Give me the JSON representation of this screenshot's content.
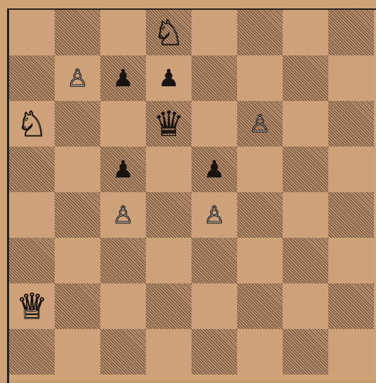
{
  "board": {
    "files": [
      "a",
      "b",
      "c",
      "d",
      "e",
      "f",
      "g",
      "h"
    ],
    "ranks": [
      8,
      7,
      6,
      5,
      4,
      3,
      2,
      1
    ],
    "light_color": "#cda27a",
    "dark_color": "#5b4331",
    "pieces": [
      {
        "square": "d8",
        "color": "white",
        "type": "knight",
        "glyph": "♘",
        "icon": "white-knight-icon"
      },
      {
        "square": "b7",
        "color": "white",
        "type": "pawn",
        "glyph": "♙",
        "icon": "white-pawn-icon"
      },
      {
        "square": "c7",
        "color": "black",
        "type": "pawn",
        "glyph": "♟",
        "icon": "black-pawn-icon"
      },
      {
        "square": "d7",
        "color": "black",
        "type": "pawn",
        "glyph": "♟",
        "icon": "black-pawn-icon"
      },
      {
        "square": "a6",
        "color": "white",
        "type": "knight",
        "glyph": "♘",
        "icon": "white-knight-icon"
      },
      {
        "square": "d6",
        "color": "black",
        "type": "queen",
        "glyph": "♛",
        "icon": "black-queen-icon"
      },
      {
        "square": "f6",
        "color": "white",
        "type": "pawn",
        "glyph": "♙",
        "icon": "white-pawn-icon"
      },
      {
        "square": "c5",
        "color": "black",
        "type": "pawn",
        "glyph": "♟",
        "icon": "black-pawn-icon"
      },
      {
        "square": "e5",
        "color": "black",
        "type": "pawn",
        "glyph": "♟",
        "icon": "black-pawn-icon"
      },
      {
        "square": "c4",
        "color": "white",
        "type": "pawn",
        "glyph": "♙",
        "icon": "white-pawn-icon"
      },
      {
        "square": "e4",
        "color": "white",
        "type": "pawn",
        "glyph": "♙",
        "icon": "white-pawn-icon"
      },
      {
        "square": "a2",
        "color": "white",
        "type": "queen",
        "glyph": "♕",
        "icon": "white-queen-icon"
      }
    ]
  }
}
